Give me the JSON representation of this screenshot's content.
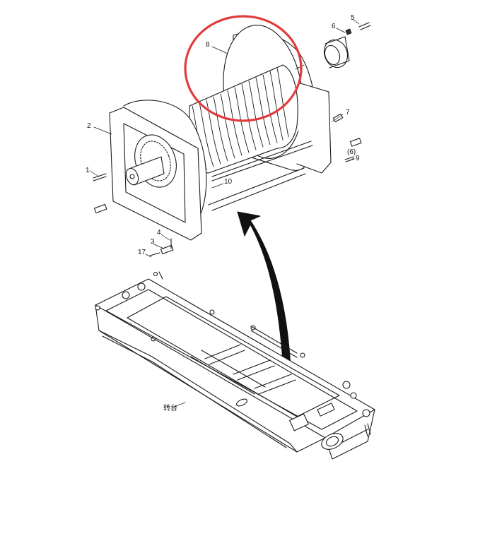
{
  "diagram": {
    "labels": {
      "p1": "1",
      "p2": "2",
      "p3": "3",
      "p4": "4",
      "p5": "5",
      "p6": "6",
      "p6b": "(6)",
      "p7": "7",
      "p8": "8",
      "p9": "9",
      "p10": "10",
      "p17": "17",
      "frame": "转台"
    },
    "colors": {
      "line": "#1a1a1a",
      "highlight": "#e23b3b",
      "arrow": "#111111"
    },
    "icons": [
      "winch-drum",
      "turntable-frame",
      "curved-arrow",
      "highlight-circle"
    ]
  }
}
